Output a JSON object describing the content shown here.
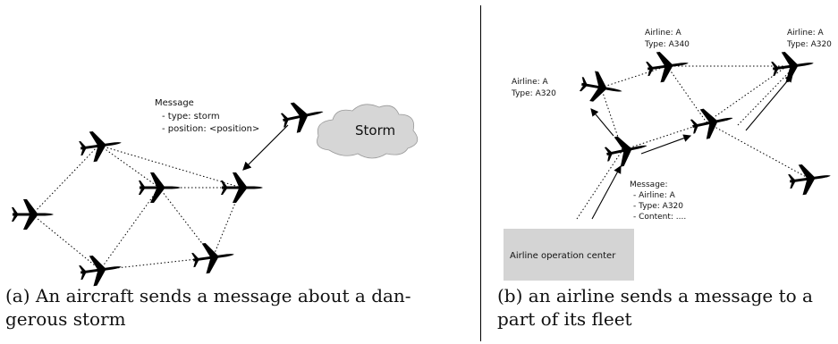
{
  "left_panel": {
    "message": {
      "title": "Message",
      "line1": "- type: storm",
      "line2": "- position: <position>"
    },
    "storm_label": "Storm",
    "caption": {
      "line1": "(a) An aircraft sends a message about a dan-",
      "line2": "gerous storm"
    }
  },
  "right_panel": {
    "plane_labels": {
      "p1": {
        "airline": "Airline: A",
        "type": "Type: A320"
      },
      "p2": {
        "airline": "Airline: A",
        "type": "Type: A340"
      },
      "p3": {
        "airline": "Airline: A",
        "type": "Type: A320"
      }
    },
    "message": {
      "title": "Message:",
      "line1": "- Airline: A",
      "line2": "- Type: A320",
      "line3": "- Content: ...."
    },
    "operation_center": "Airline operation center",
    "caption": {
      "line1": "(b) an airline sends a message to a",
      "line2": "part of its fleet"
    }
  },
  "colors": {
    "aircraft": "#000000",
    "cloud_fill": "#d6d6d6",
    "ops_box_fill": "#d4d4d4",
    "link_line": "#000000"
  },
  "icons": [
    "airplane-icon",
    "storm-cloud-icon",
    "arrow-icon"
  ]
}
